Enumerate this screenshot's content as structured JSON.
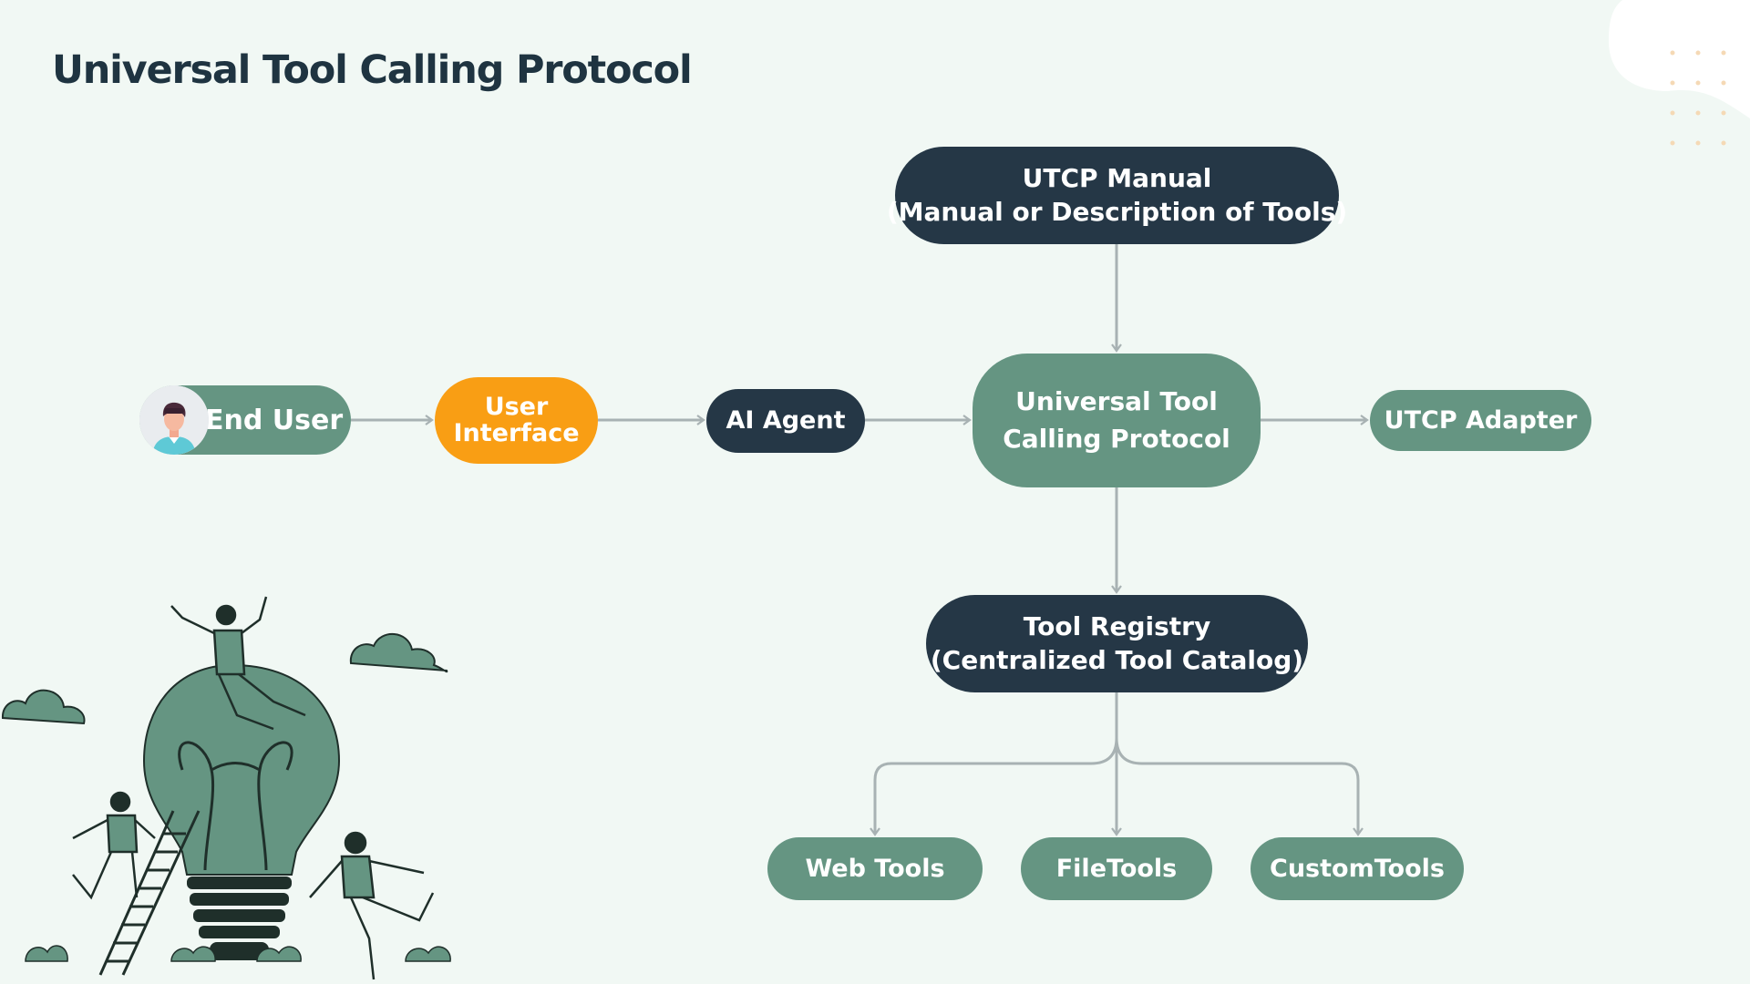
{
  "title": "Universal Tool Calling Protocol",
  "colors": {
    "background": "#f1f8f4",
    "dark_node": "#253746",
    "green_node": "#659582",
    "orange_node": "#f99e14",
    "connector": "#a8b2b3",
    "title_text": "#1f3441"
  },
  "nodes": {
    "utcp_manual": {
      "line1": "UTCP Manual",
      "line2": "(Manual or Description of Tools)"
    },
    "end_user": {
      "label": "End User",
      "icon": "user-avatar-icon"
    },
    "user_interface": {
      "line1": "User",
      "line2": "Interface"
    },
    "ai_agent": {
      "label": "AI Agent"
    },
    "utcp_core": {
      "line1": "Universal Tool",
      "line2": "Calling Protocol"
    },
    "utcp_adapter": {
      "label": "UTCP Adapter"
    },
    "tool_registry": {
      "line1": "Tool Registry",
      "line2": "(Centralized Tool Catalog)"
    },
    "web_tools": {
      "label": "Web Tools"
    },
    "file_tools": {
      "label": "FileTools"
    },
    "custom_tools": {
      "label": "CustomTools"
    }
  },
  "edges": [
    {
      "from": "end_user",
      "to": "user_interface"
    },
    {
      "from": "user_interface",
      "to": "ai_agent"
    },
    {
      "from": "ai_agent",
      "to": "utcp_core"
    },
    {
      "from": "utcp_core",
      "to": "utcp_adapter"
    },
    {
      "from": "utcp_manual",
      "to": "utcp_core"
    },
    {
      "from": "utcp_core",
      "to": "tool_registry"
    },
    {
      "from": "tool_registry",
      "to": "web_tools"
    },
    {
      "from": "tool_registry",
      "to": "file_tools"
    },
    {
      "from": "tool_registry",
      "to": "custom_tools"
    }
  ],
  "decorations": {
    "illustration": "lightbulb-teamwork-illustration",
    "corner": "dot-grid-decoration"
  }
}
